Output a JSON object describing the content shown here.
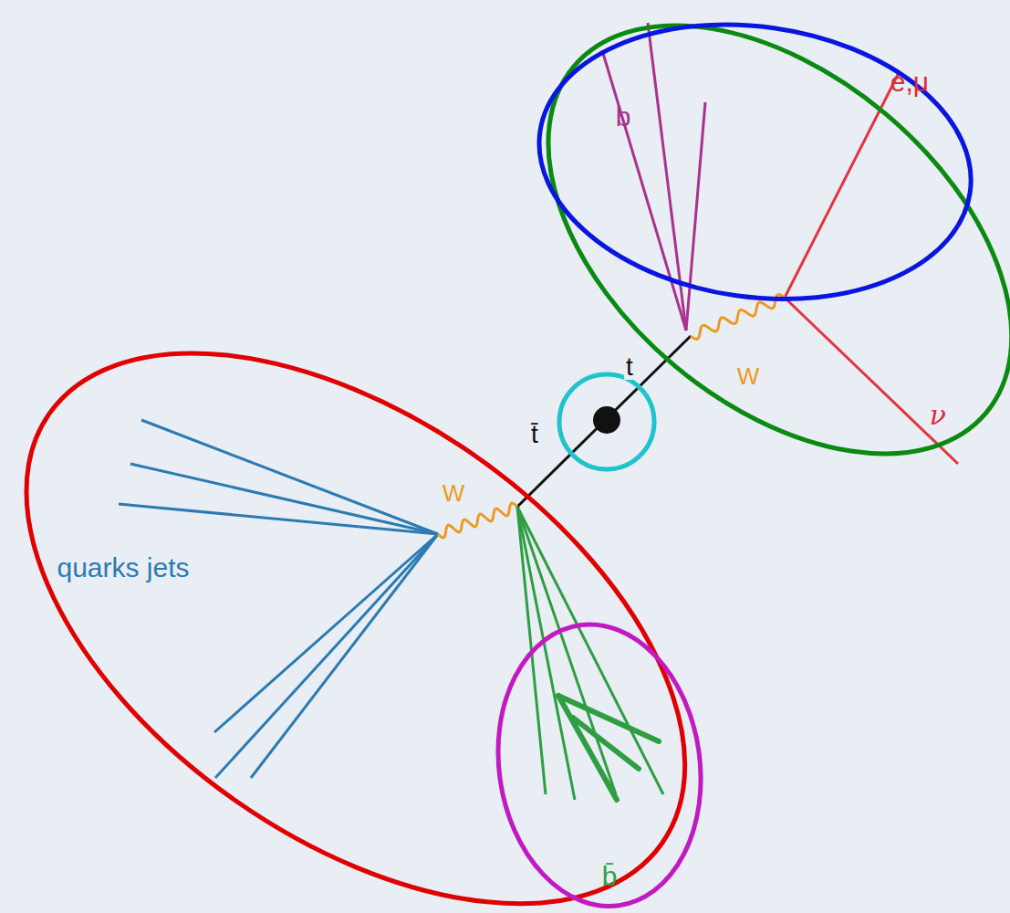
{
  "diagram": {
    "nodes": [
      {
        "text": [
          "W",
          "ν"
        ]
      },
      {
        "text": [
          "b",
          "e,μ"
        ],
        "in": 0
      },
      {
        "text": [
          "W",
          "quarks jets"
        ]
      },
      {
        "text": [
          "b̄"
        ],
        "in": 2
      }
    ],
    "labels": [
      "t",
      "t̄"
    ]
  }
}
